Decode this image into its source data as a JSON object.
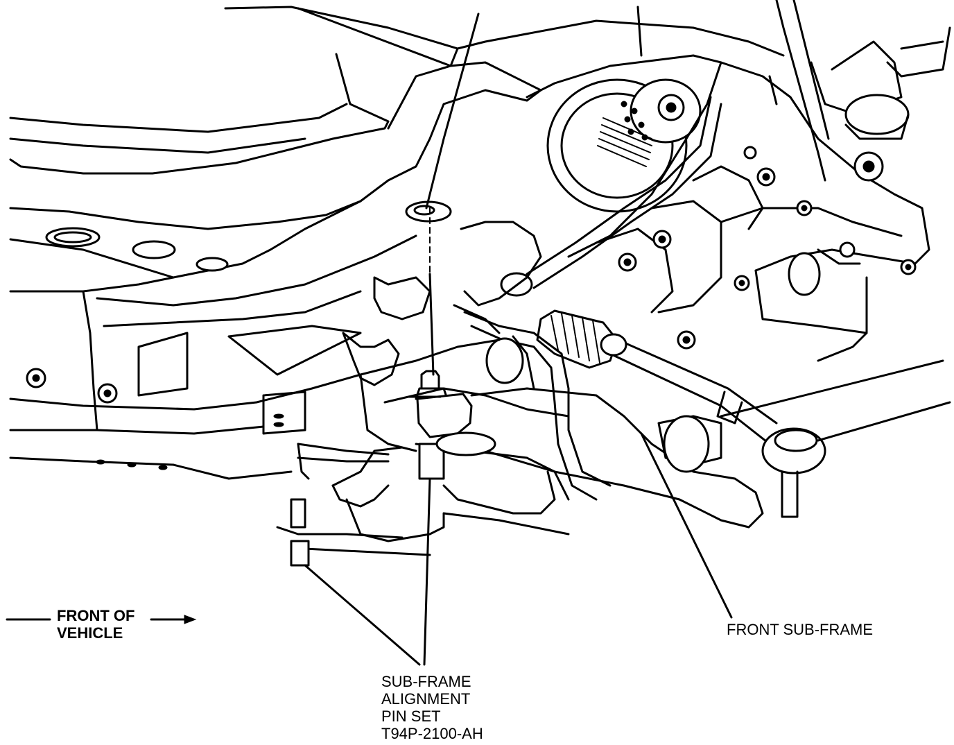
{
  "labels": {
    "front_of_vehicle": [
      "FRONT OF",
      "VEHICLE"
    ],
    "front_sub_frame": "FRONT SUB-FRAME",
    "alignment_pin_set": [
      "SUB-FRAME",
      "ALIGNMENT",
      "PIN SET",
      "T94P-2100-AH"
    ]
  },
  "colors": {
    "ink": "#000000",
    "paper": "#ffffff"
  }
}
